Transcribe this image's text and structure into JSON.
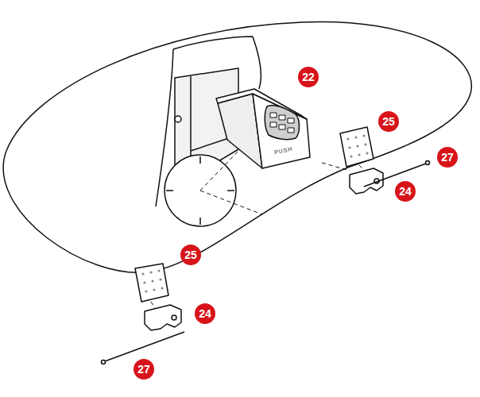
{
  "diagram": {
    "labels": [
      "22",
      "25",
      "27",
      "24",
      "25",
      "24",
      "27",
      "PUSH"
    ]
  }
}
